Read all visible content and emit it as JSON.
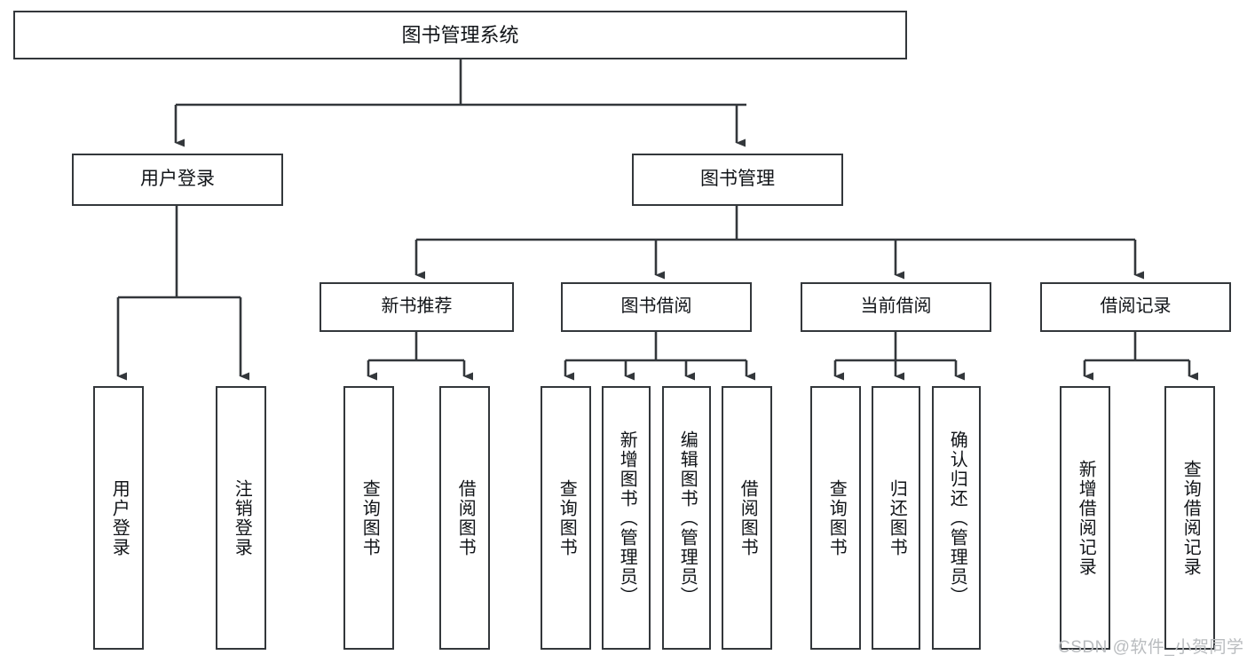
{
  "diagram": {
    "type": "tree-hierarchy-diagram",
    "title": "图书管理系统",
    "line_color": "#33373b",
    "box_fill": "#ffffff",
    "text_color": "#111418",
    "watermark_color": "#b9bcbf"
  },
  "root": {
    "label": "图书管理系统"
  },
  "level1": [
    {
      "label": "用户登录"
    },
    {
      "label": "图书管理"
    }
  ],
  "level2": [
    {
      "label": "新书推荐"
    },
    {
      "label": "图书借阅"
    },
    {
      "label": "当前借阅"
    },
    {
      "label": "借阅记录"
    }
  ],
  "leaves": {
    "user_login": [
      {
        "label": "用户登录"
      },
      {
        "label": "注销登录"
      }
    ],
    "new_book_recommend": [
      {
        "label": "查询图书"
      },
      {
        "label": "借阅图书"
      }
    ],
    "book_borrow": [
      {
        "label": "查询图书"
      },
      {
        "label": "新增图书（管理员）"
      },
      {
        "label": "编辑图书（管理员）"
      },
      {
        "label": "借阅图书"
      }
    ],
    "current_borrow": [
      {
        "label": "查询图书"
      },
      {
        "label": "归还图书"
      },
      {
        "label": "确认归还（管理员）"
      }
    ],
    "borrow_record": [
      {
        "label": "新增借阅记录"
      },
      {
        "label": "查询借阅记录"
      }
    ]
  },
  "watermark": {
    "text": "CSDN @软件_小贺同学"
  }
}
